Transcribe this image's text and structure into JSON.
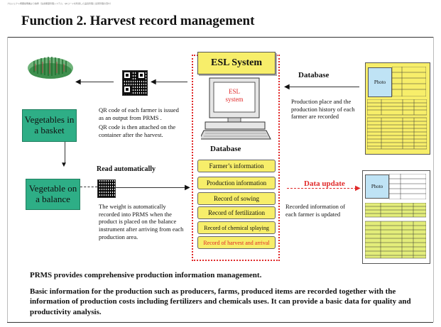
{
  "header": {
    "topline": "プロジェクト概要説明書より抜粋（生産履歴管理システム：QRコードを利用した品質管理と出荷管理の流れ）",
    "title": "Function 2. Harvest record management"
  },
  "left_flow": {
    "basket_label": "Vegetables in a basket",
    "balance_label": "Vegetable on a balance",
    "qr_text_1": "QR code of each farmer is issued as an output from PRMS .",
    "qr_text_2": "QR code is then attached on the container after  the harvest.",
    "read_auto": "Read automatically",
    "weight_text": "The weight is automatically recorded into PRMS when the product is placed on the balance instrument after arriving from each production area."
  },
  "esl": {
    "title": "ESL System",
    "screen_label_1": "ESL",
    "screen_label_2": "system",
    "db_heading": "Database",
    "items": [
      "Farmer’s information",
      "Production information",
      "Record of sowing",
      "Record of fertilization",
      "Record of chemical splaying",
      "Record of harvest and arrival"
    ]
  },
  "right_flow": {
    "db_heading": "Database",
    "db_text": "Production place and the production history of each farmer are recorded",
    "update_heading": "Data update",
    "update_text": "Recorded information of each farmer is updated",
    "photo_label": "Photo"
  },
  "summary": {
    "line1": "PRMS provides comprehensive production information management.",
    "line2": "Basic information for the production such as producers, farms, produced items are recorded together with the information of production costs including fertilizers and chemicals uses. It can provide a basic data for quality and productivity analysis."
  },
  "colors": {
    "green": "#2eae86",
    "yellow": "#f7ee6a",
    "red": "#e02a2a"
  }
}
